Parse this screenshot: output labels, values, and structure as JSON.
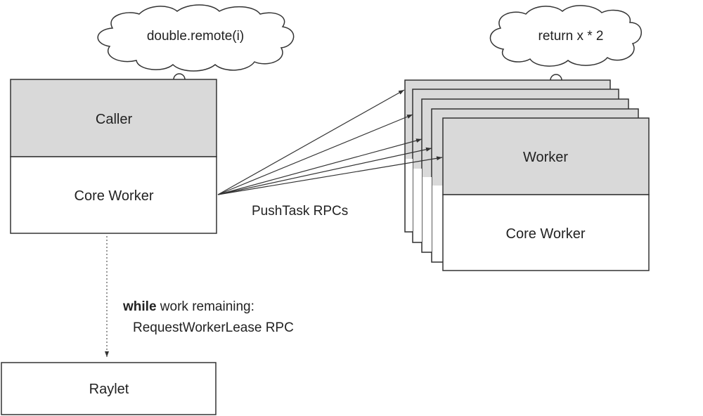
{
  "caller": {
    "thought": "double.remote(i)",
    "title": "Caller",
    "core_worker": "Core Worker"
  },
  "workers": {
    "thought": "return x * 2",
    "title": "Worker",
    "core_worker": "Core Worker",
    "rpc_label": "PushTask RPCs"
  },
  "lease": {
    "keyword": "while",
    "line1_rest": " work remaining:",
    "line2": "RequestWorkerLease RPC"
  },
  "raylet": {
    "label": "Raylet"
  },
  "colors": {
    "header_fill": "#d9d9d9",
    "body_fill": "#ffffff",
    "stroke": "#333333"
  }
}
